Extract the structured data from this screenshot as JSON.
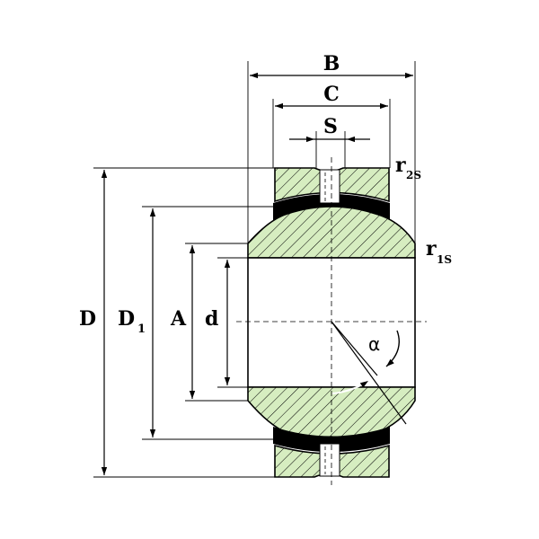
{
  "diagram": {
    "colors": {
      "steel_fill": "#d6edc0",
      "hatch": "#000000",
      "lubricant": "#000000",
      "background": "#ffffff",
      "line": "#000000"
    },
    "labels": {
      "B": "B",
      "C": "C",
      "S": "S",
      "D": "D",
      "D1_main": "D",
      "D1_sub": "1",
      "A": "A",
      "d": "d",
      "r2s_main": "r",
      "r2s_sub": "2S",
      "r1s_main": "r",
      "r1s_sub": "1S",
      "alpha": "α"
    }
  }
}
